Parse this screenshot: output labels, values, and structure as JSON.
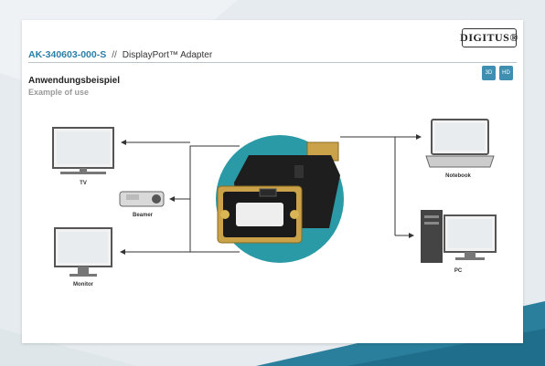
{
  "header": {
    "sku": "AK-340603-000-S",
    "separator": "//",
    "product": "DisplayPort™ Adapter"
  },
  "brand": {
    "logo_text": "DIGITUS®"
  },
  "badges": [
    {
      "icon": "document-icon",
      "text": "3D"
    },
    {
      "icon": "hd-icon",
      "text": "HD"
    }
  ],
  "section": {
    "title_de": "Anwendungsbeispiel",
    "title_en": "Example of use"
  },
  "devices": {
    "tv": "TV",
    "beamer": "Beamer",
    "monitor": "Monitor",
    "notebook": "Notebook",
    "pc": "PC"
  },
  "colors": {
    "accent": "#2b7fa8",
    "teal_circle": "#2a9aa6"
  }
}
